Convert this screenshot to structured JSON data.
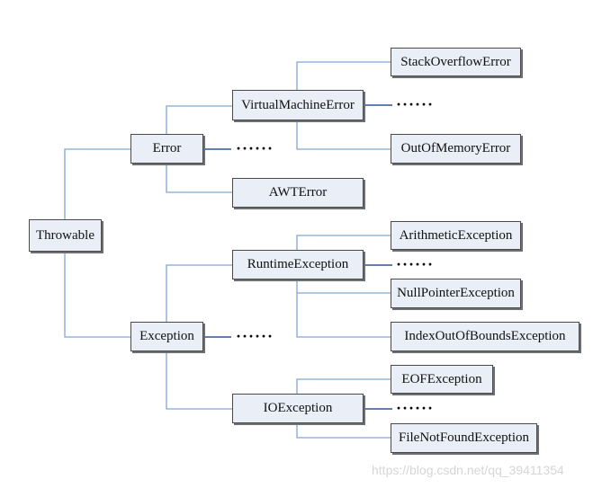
{
  "nodes": {
    "throwable": "Throwable",
    "error": "Error",
    "exception": "Exception",
    "virtual_machine_error": "VirtualMachineError",
    "awt_error": "AWTError",
    "stack_overflow_error": "StackOverflowError",
    "out_of_memory_error": "OutOfMemoryError",
    "runtime_exception": "RuntimeException",
    "io_exception": "IOException",
    "arithmetic_exception": "ArithmeticException",
    "null_pointer_exception": "NullPointerException",
    "index_out_of_bounds_exception": "IndexOutOfBoundsException",
    "eof_exception": "EOFException",
    "file_not_found_exception": "FileNotFoundException"
  },
  "ellipsis": "······",
  "watermark": "https://blog.csdn.net/qq_39411354",
  "colors": {
    "line": "#2f5597",
    "line_light": "#8db3e2",
    "box_fill": "#e9eef7",
    "box_border": "#4a4a4a"
  }
}
